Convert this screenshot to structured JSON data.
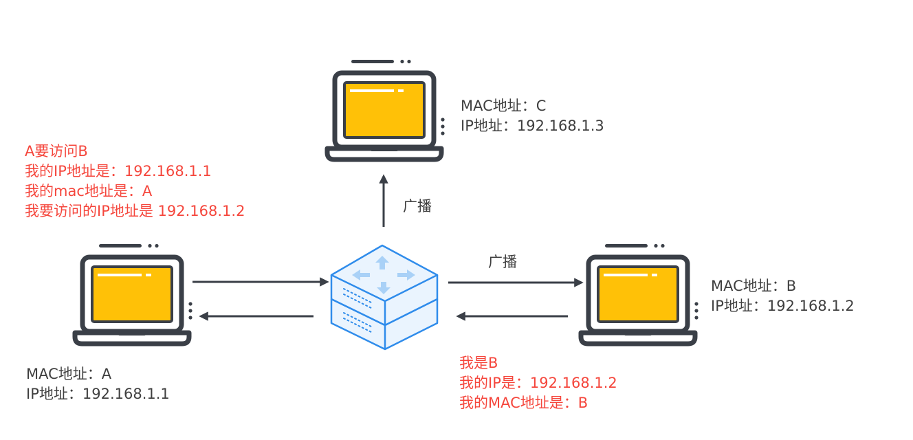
{
  "colors": {
    "screen": "#FFC107",
    "outline": "#3a3f47",
    "router_fill": "#EAF4FE",
    "router_stroke": "#2F8CEB",
    "arrow": "#3a3f47",
    "annotation": "#F5463C",
    "label": "#3F3F3F"
  },
  "nodes": {
    "laptop_a": {
      "icon": "laptop-icon",
      "mac": "MAC地址：A",
      "ip": "IP地址：192.168.1.1"
    },
    "laptop_b": {
      "icon": "laptop-icon",
      "mac": "MAC地址：B",
      "ip": "IP地址：192.168.1.2"
    },
    "laptop_c": {
      "icon": "laptop-icon",
      "mac": "MAC地址：C",
      "ip": "IP地址：192.168.1.3"
    },
    "switch": {
      "icon": "switch-icon"
    }
  },
  "edges": {
    "broadcast_up": "广播",
    "broadcast_right": "广播"
  },
  "annotations": {
    "request_from_a": [
      "A要访问B",
      "我的IP地址是：192.168.1.1",
      "我的mac地址是：A",
      "我要访问的IP地址是 192.168.1.2"
    ],
    "reply_from_b": [
      "我是B",
      "我的IP是：192.168.1.2",
      "我的MAC地址是：B"
    ]
  }
}
